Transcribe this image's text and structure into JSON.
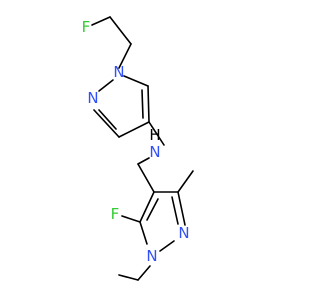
{
  "molecule": {
    "atoms": {
      "f_top": {
        "label": "F",
        "color": "#33cc33"
      },
      "n1_top": {
        "label": "N",
        "color": "#3050f8"
      },
      "n2_top": {
        "label": "N",
        "color": "#3050f8"
      },
      "nh_amine": {
        "label": "N",
        "color": "#3050f8"
      },
      "h_amine": {
        "label": "H",
        "color": "#000000"
      },
      "n_bottom_right": {
        "label": "N",
        "color": "#3050f8"
      },
      "n_bottom": {
        "label": "N",
        "color": "#3050f8"
      },
      "f_bottom": {
        "label": "F",
        "color": "#33cc33"
      }
    },
    "bond_color": "#000000"
  }
}
